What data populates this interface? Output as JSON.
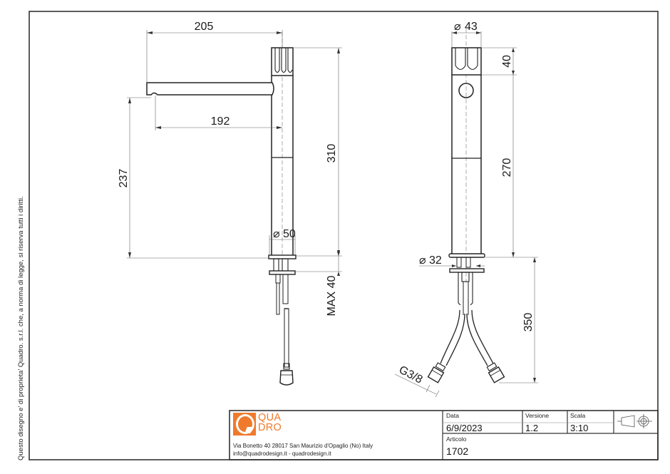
{
  "drawing": {
    "side_view": {
      "dimensions": {
        "spout_reach_total": "205",
        "spout_reach_outlet": "192",
        "outlet_height": "237",
        "total_height": "310",
        "body_diameter": "50",
        "max_deck_thickness_label": "MAX  40"
      }
    },
    "front_view": {
      "dimensions": {
        "top_diameter": "43",
        "handle_height": "40",
        "body_height": "270",
        "hole_diameter": "32",
        "hose_length": "350",
        "thread": "G3/8"
      }
    },
    "diameter_symbol": "⌀"
  },
  "copyright_note": "Questo disegno e' di proprieta' Quadro. s.r.l. che, a norma di legge, si riserva tutti i diritti.",
  "title_block": {
    "logo": {
      "line1": "QUA",
      "line2": "DRO",
      "color": "#f07a2c"
    },
    "address_line": "Via Bonetto 40  28017 San Maurizio d'Opaglio (No) Italy",
    "contact_line": "info@quadrodesign.it  -  quadrodesign.it",
    "fields": {
      "date_label": "Data",
      "date_value": "6/9/2023",
      "version_label": "Versione",
      "version_value": "1.2",
      "scale_label": "Scala",
      "scale_value": "3:10",
      "article_label": "Articolo",
      "article_value": "1702"
    },
    "projection_symbol": "first-angle-projection-icon"
  }
}
